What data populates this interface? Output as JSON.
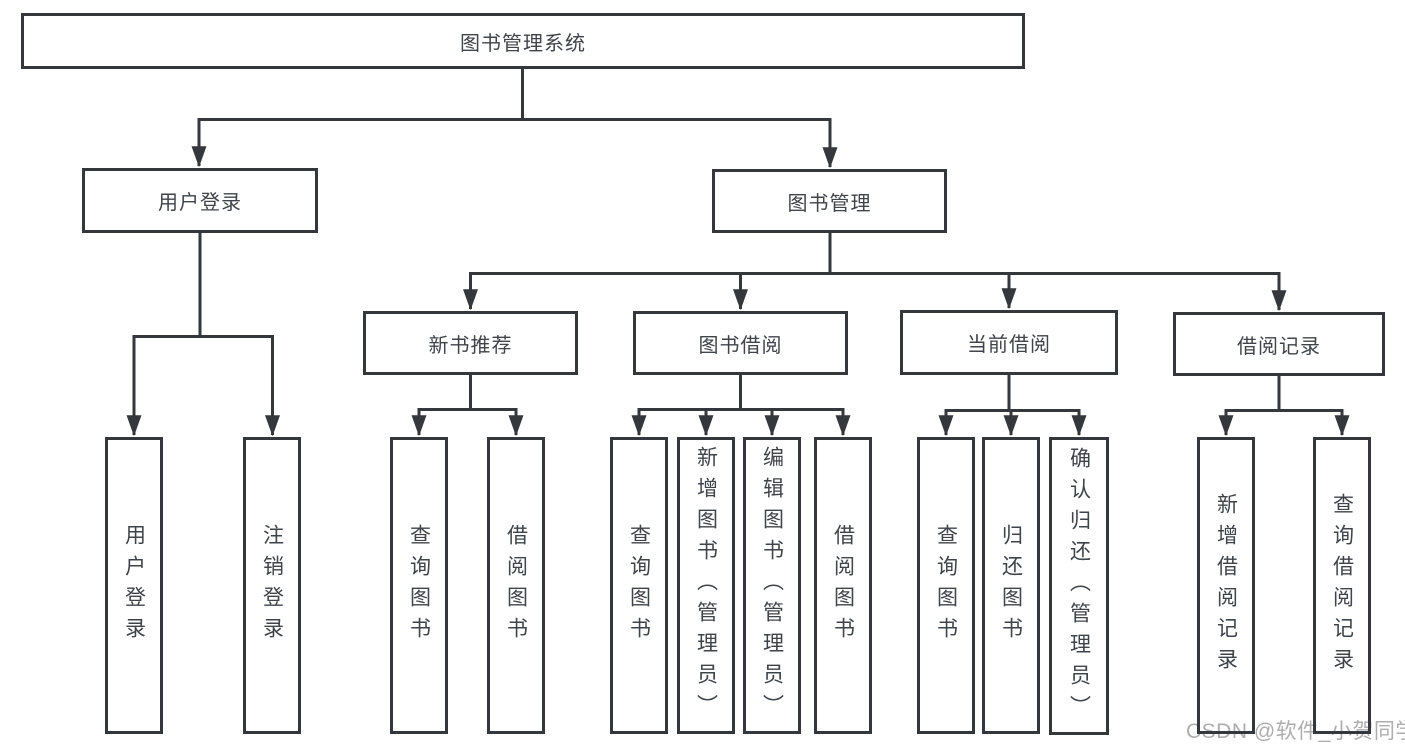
{
  "diagram_type": "functional-structure-tree",
  "nodes": {
    "root": {
      "label": "图书管理系统"
    },
    "user_login": {
      "label": "用户登录"
    },
    "book_mgmt": {
      "label": "图书管理"
    },
    "new_book_rec": {
      "label": "新书推荐"
    },
    "book_borrow": {
      "label": "图书借阅"
    },
    "current_borrow": {
      "label": "当前借阅"
    },
    "borrow_record": {
      "label": "借阅记录"
    },
    "leaf_user_login": {
      "label": "用户登录"
    },
    "leaf_logout": {
      "label": "注销登录"
    },
    "leaf_nbr_query": {
      "label": "查询图书"
    },
    "leaf_nbr_borrow": {
      "label": "借阅图书"
    },
    "leaf_bb_query": {
      "label": "查询图书"
    },
    "leaf_bb_add": {
      "label": "新增图书（管理员）"
    },
    "leaf_bb_edit": {
      "label": "编辑图书（管理员）"
    },
    "leaf_bb_borrow": {
      "label": "借阅图书"
    },
    "leaf_cb_query": {
      "label": "查询图书"
    },
    "leaf_cb_return": {
      "label": "归还图书"
    },
    "leaf_cb_confirm": {
      "label": "确认归还（管理员）"
    },
    "leaf_br_add": {
      "label": "新增借阅记录"
    },
    "leaf_br_query": {
      "label": "查询借阅记录"
    }
  },
  "hierarchy": {
    "图书管理系统": {
      "用户登录": [
        "用户登录",
        "注销登录"
      ],
      "图书管理": {
        "新书推荐": [
          "查询图书",
          "借阅图书"
        ],
        "图书借阅": [
          "查询图书",
          "新增图书（管理员）",
          "编辑图书（管理员）",
          "借阅图书"
        ],
        "当前借阅": [
          "查询图书",
          "归还图书",
          "确认归还（管理员）"
        ],
        "借阅记录": [
          "新增借阅记录",
          "查询借阅记录"
        ]
      }
    }
  },
  "watermark": {
    "text": "CSDN @软件_小贺同学"
  },
  "colors": {
    "line": "#34373c",
    "text": "#3f444a",
    "background": "#ffffff",
    "watermark": "#aeaeae"
  }
}
